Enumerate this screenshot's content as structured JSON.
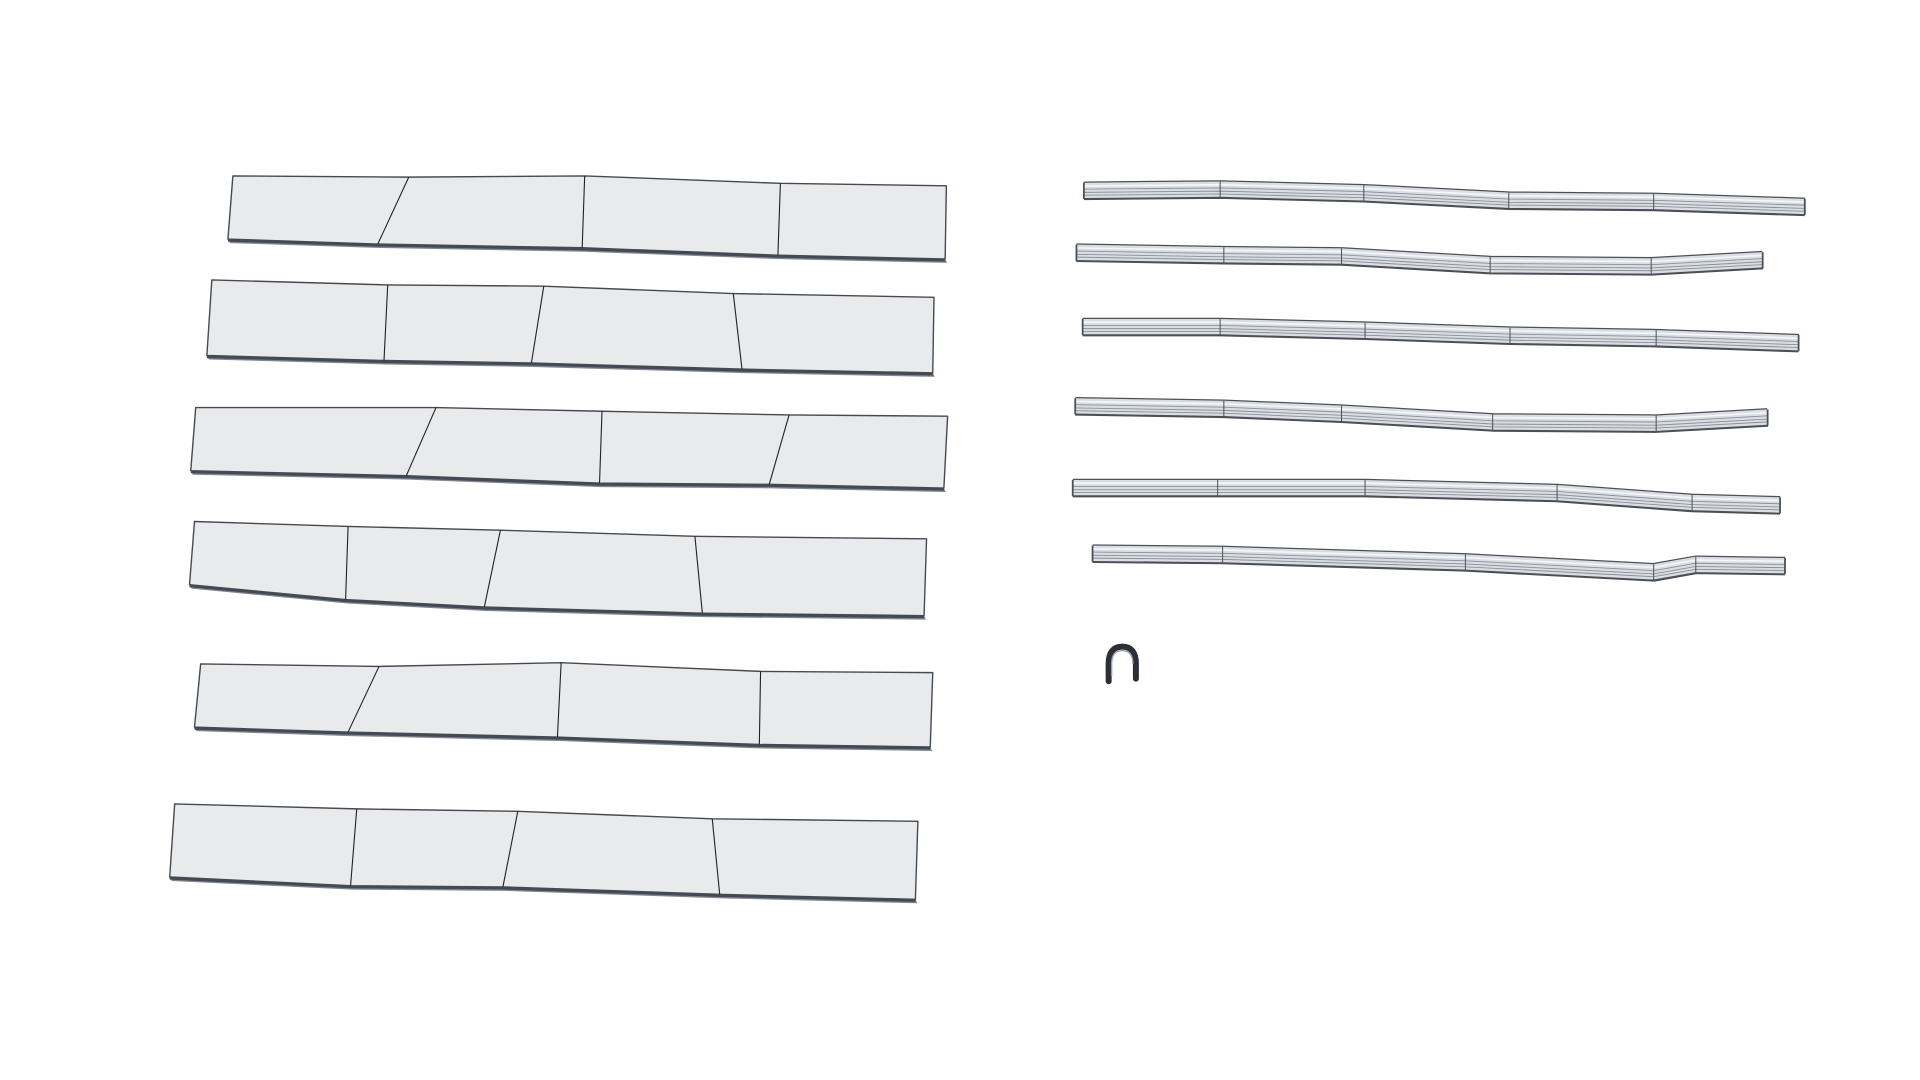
{
  "colors": {
    "background": "#ffffff",
    "panel_face": "#e8eaec",
    "panel_edge": "#454a52",
    "panel_seam": "#1e2228",
    "panel_shadow": "#7e8794",
    "rail_fill": "#dadde1",
    "rail_groove": "#8a9098",
    "rail_outline": "#4b5058",
    "rail_highlight": "#f6f7f8",
    "clip_fill": "#2c3036",
    "clip_highlight": "#9aa0a8"
  },
  "icons": {
    "flat_panel": "segmented-flat-strip",
    "rail": "grooved-rod-segment",
    "clip": "u-clip-bracket"
  },
  "panel_count": 6,
  "panel_segments_each": 4,
  "rail_count": 6,
  "clip_count": 1
}
